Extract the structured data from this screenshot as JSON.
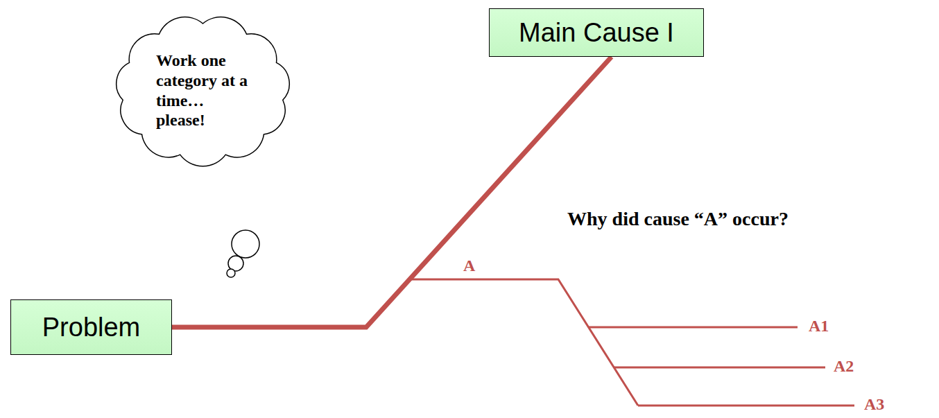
{
  "diagram": {
    "nodes": [
      {
        "text": [
          "Work one category at a time… please!"
        ]
      },
      {
        "text": [
          "Main Cause I"
        ]
      },
      {
        "text": [
          "Problem"
        ]
      }
    ],
    "edges": [
      {
        "from": 2,
        "to": 1,
        "arrow": "none"
      }
    ],
    "labels": [
      "Why did cause “A” occur?",
      "A",
      "A1",
      "A2",
      "A3"
    ]
  }
}
